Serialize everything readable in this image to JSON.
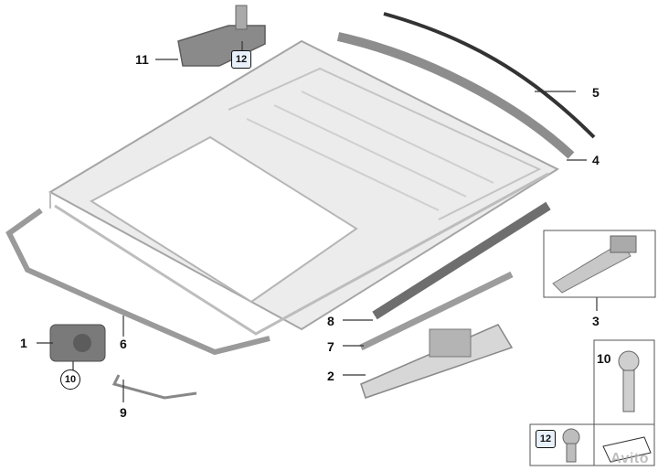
{
  "callouts": {
    "c1": "1",
    "c2": "2",
    "c3": "3",
    "c4": "4",
    "c5": "5",
    "c6": "6",
    "c7": "7",
    "c8": "8",
    "c9": "9",
    "c10": "10",
    "c11": "11",
    "c12_top": "12",
    "c10_circle": "10",
    "c12_box": "12"
  },
  "watermark": "Avito",
  "colors": {
    "part_fill": "#e9e9e9",
    "part_stroke": "#9a9a9a",
    "dark_part": "#7d7d7d",
    "leader": "#333333"
  }
}
